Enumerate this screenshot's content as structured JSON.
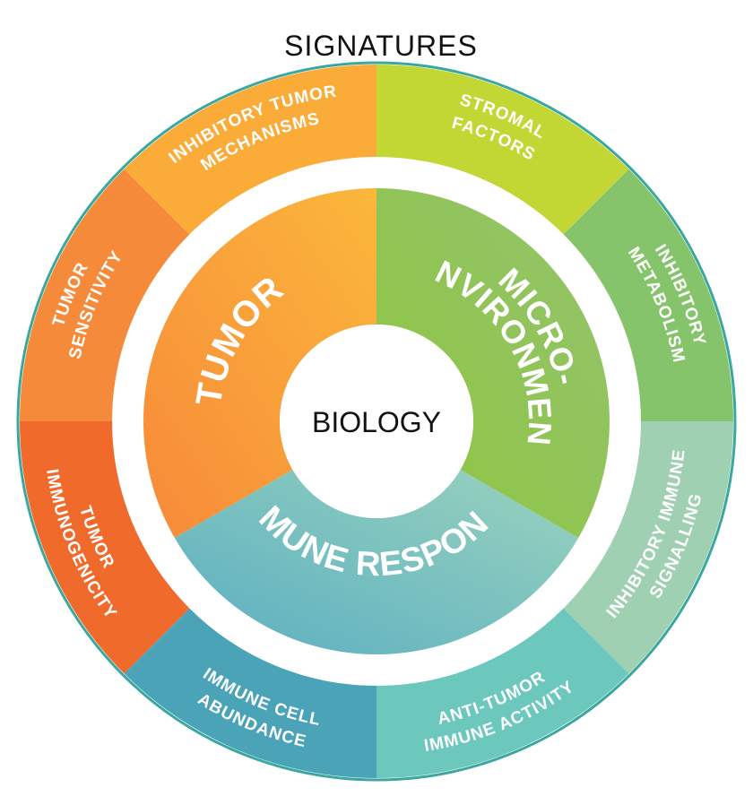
{
  "title": "SIGNATURES",
  "center_label": "BIOLOGY",
  "inner_segments": [
    {
      "key": "tumor",
      "lines": [
        "TUMOR"
      ],
      "color_from": "#f7893a",
      "color_to": "#fbb73b"
    },
    {
      "key": "microenvironment",
      "lines": [
        "MICRO-",
        "ENVIRONMENT"
      ],
      "color_from": "#8ec63f",
      "color_to": "#93c36e"
    },
    {
      "key": "immune",
      "lines": [
        "IMMUNE RESPONSE"
      ],
      "color_from": "#5aaec2",
      "color_to": "#9ad3bd"
    }
  ],
  "outer_segments": [
    {
      "key": "inhibitory-tumor-mechanisms",
      "lines": [
        "INHIBITORY TUMOR",
        "MECHANISMS"
      ],
      "color": "#fbab38"
    },
    {
      "key": "stromal-factors",
      "lines": [
        "STROMAL",
        "FACTORS"
      ],
      "color": "#c2d733"
    },
    {
      "key": "inhibitory-metabolism",
      "lines": [
        "INHIBITORY",
        "METABOLISM"
      ],
      "color": "#86c46c"
    },
    {
      "key": "inhibitory-immune-signalling",
      "lines": [
        "INHIBITORY IMMUNE",
        "SIGNALLING"
      ],
      "color": "#9fd0b2"
    },
    {
      "key": "anti-tumor-immune-activity",
      "lines": [
        "ANTI-TUMOR",
        "IMMUNE ACTIVITY"
      ],
      "color": "#6cc7bd"
    },
    {
      "key": "immune-cell-abundance",
      "lines": [
        "IMMUNE CELL",
        "ABUNDANCE"
      ],
      "color": "#4aa3b6"
    },
    {
      "key": "tumor-immunogenicity",
      "lines": [
        "TUMOR",
        "IMMUNOGENICITY"
      ],
      "color": "#f06a2c"
    },
    {
      "key": "tumor-sensitivity",
      "lines": [
        "TUMOR",
        "SENSITIVITY"
      ],
      "color": "#f58b3a"
    }
  ]
}
